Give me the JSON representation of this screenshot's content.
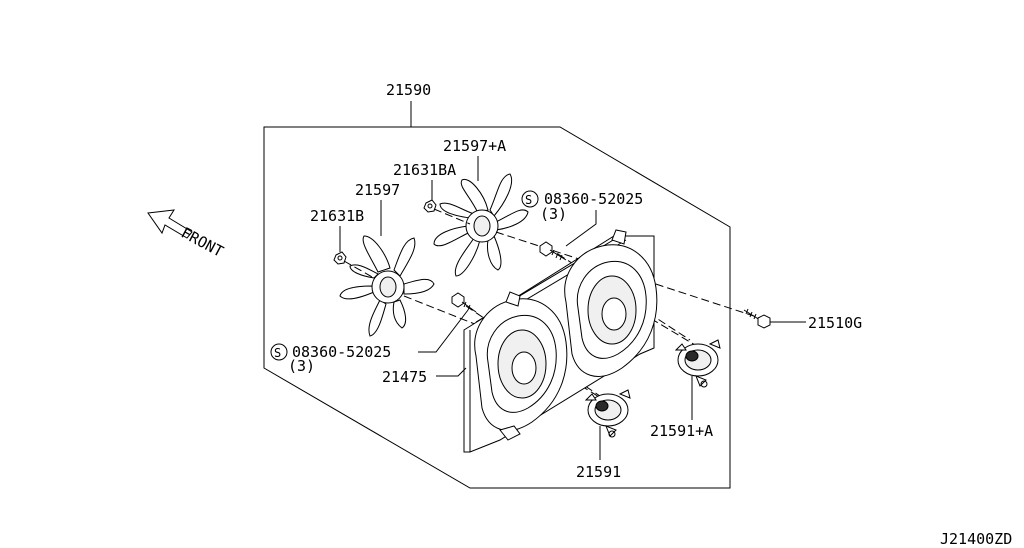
{
  "diagram_id": "J21400ZD",
  "front_label": "FRONT",
  "callouts": {
    "fan_assembly": "21590",
    "fan_blade_a": "21597+A",
    "nut_ba": "21631BA",
    "fan_blade": "21597",
    "nut_b": "21631B",
    "screw_upper": "08360-52025",
    "screw_upper_qty": "(3)",
    "screw_lower": "08360-52025",
    "screw_lower_qty": "(3)",
    "shroud": "21475",
    "bolt": "21510G",
    "motor_a": "21591+A",
    "motor": "21591",
    "screw_symbol": "S"
  }
}
